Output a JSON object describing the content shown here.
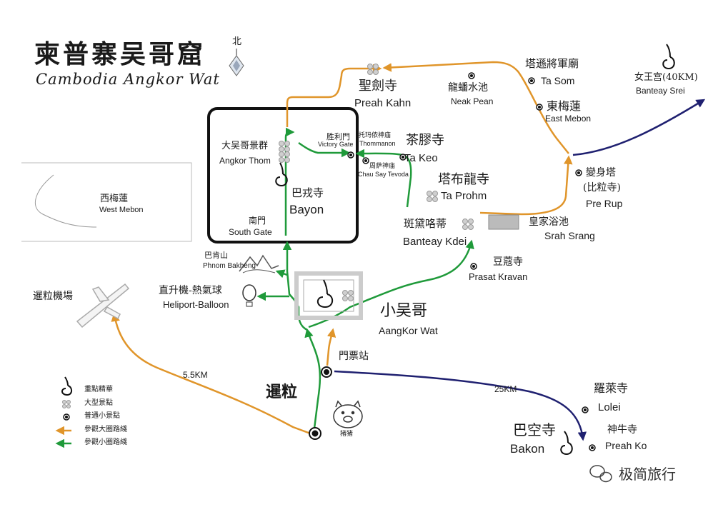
{
  "title": {
    "zh": "柬普寨吴哥窟",
    "en": "Cambodia Angkor Wat"
  },
  "compass": "北",
  "colors": {
    "orange": "#e0952a",
    "green": "#1f9a3a",
    "navy": "#1f2070",
    "box": "#111111"
  },
  "places": {
    "angkor_thom": {
      "zh": "大吴哥景群",
      "en": "Angkor Thom"
    },
    "victory_gate": {
      "zh": "胜利門",
      "en": "Victory Gate"
    },
    "bayon": {
      "zh": "巴戎寺",
      "en": "Bayon"
    },
    "south_gate": {
      "zh": "南門",
      "en": "South Gate"
    },
    "thommanon": {
      "zh": "托玛侬神庙",
      "en": "Thommanon"
    },
    "chau_say": {
      "zh": "周萨神庙",
      "en": "Chau Say Tevoda"
    },
    "preah_kahn": {
      "zh": "聖劍寺",
      "en": "Preah Kahn"
    },
    "neak_pean": {
      "zh": "龍蟠水池",
      "en": "Neak Pean"
    },
    "ta_som": {
      "zh": "塔遜將軍廟",
      "en": "Ta Som"
    },
    "east_mebon": {
      "zh": "東梅蓮",
      "en": "East Mebon"
    },
    "banteay_srei": {
      "zh": "女王宫(40KM)",
      "en": "Banteay Srei"
    },
    "ta_keo": {
      "zh": "茶膠寺",
      "en": "Ta Keo"
    },
    "ta_prohm": {
      "zh": "塔布龍寺",
      "en": "Ta Prohm"
    },
    "pre_rup": {
      "zh1": "變身塔",
      "zh2": "(比粒寺)",
      "en": "Pre Rup"
    },
    "srah_srang": {
      "zh": "皇家浴池",
      "en": "Srah Srang"
    },
    "banteay_kdei": {
      "zh": "斑黛咯蒂",
      "en": "Banteay Kdei"
    },
    "prasat_kravan": {
      "zh": "豆蔻寺",
      "en": "Prasat Kravan"
    },
    "west_mebon": {
      "zh": "西梅蓮",
      "en": "West Mebon"
    },
    "phnom_bakheng": {
      "zh": "巴肯山",
      "en": "Phnom Bakheng"
    },
    "heliport": {
      "zh": "直升機-熱氣球",
      "en": "Heliport-Balloon"
    },
    "angkor_wat": {
      "zh": "小吴哥",
      "en": "AangKor Wat"
    },
    "ticket": {
      "zh": "門票站"
    },
    "siem_reap": {
      "zh": "暹粒"
    },
    "airport": {
      "zh": "暹粒機場"
    },
    "lolei": {
      "zh": "羅萊寺",
      "en": "Lolei"
    },
    "bakong": {
      "zh": "巴空寺",
      "en": "Bakon"
    },
    "preah_ko": {
      "zh": "神牛寺",
      "en": "Preah Ko"
    }
  },
  "distances": {
    "airport": "5.5KM",
    "roluos": "25KM"
  },
  "legend": [
    {
      "icon": "major-temple-icon",
      "label": "重點精華"
    },
    {
      "icon": "large-site-icon",
      "label": "大型景點"
    },
    {
      "icon": "minor-site-icon",
      "label": "普通小景點"
    },
    {
      "icon": "orange-route-icon",
      "label": "參觀大圈路綫"
    },
    {
      "icon": "green-route-icon",
      "label": "參觀小圈路綫"
    }
  ],
  "mascot_text": "猪猪",
  "watermark": "极简旅行"
}
